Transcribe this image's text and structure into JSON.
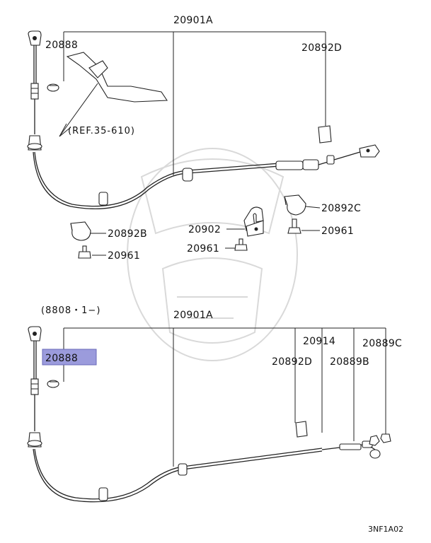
{
  "diagram_code": "3NF1A02",
  "upper": {
    "cable_label": "20901A",
    "ref_note": "(REF.35-610)",
    "labels": {
      "p20888": "20888",
      "p20892D": "20892D",
      "p20892C": "20892C",
      "p20961_right": "20961",
      "p20892B": "20892B",
      "p20902": "20902",
      "p20961_mid": "20961",
      "p20961_left": "20961"
    }
  },
  "lower": {
    "date_note": "(8808・1−)",
    "cable_label": "20901A",
    "labels": {
      "p20888": "20888",
      "p20914": "20914",
      "p20889C": "20889C",
      "p20892D": "20892D",
      "p20889B": "20889B"
    },
    "highlight_color": "#9b9bdc"
  }
}
